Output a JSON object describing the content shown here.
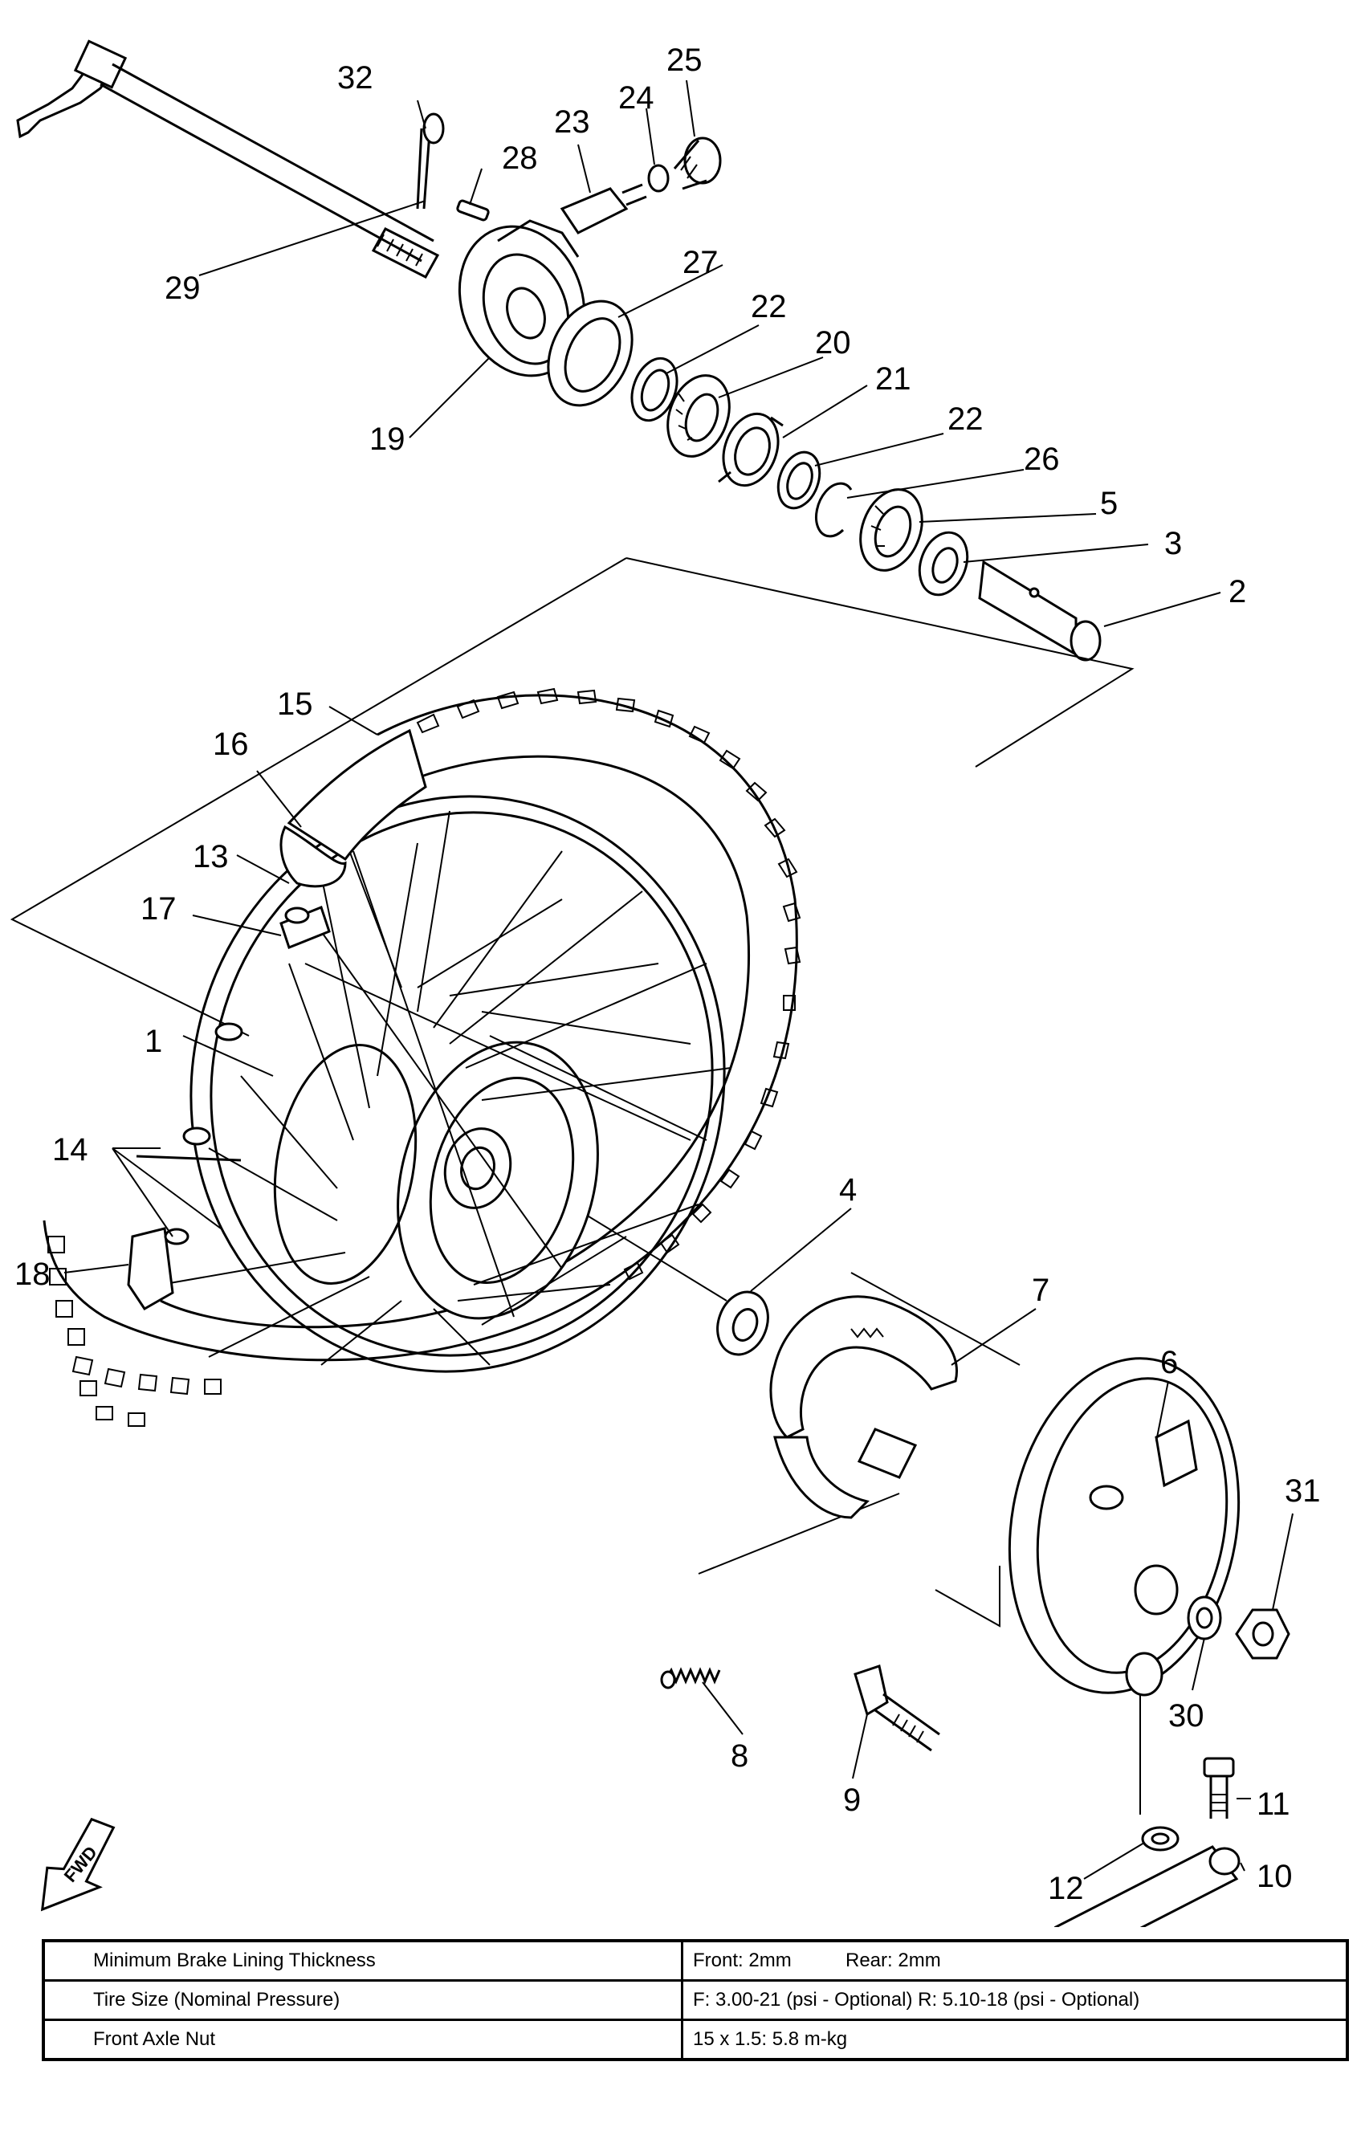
{
  "callouts": {
    "c1": "1",
    "c2": "2",
    "c3": "3",
    "c4": "4",
    "c5": "5",
    "c6": "6",
    "c7": "7",
    "c8": "8",
    "c9": "9",
    "c10": "10",
    "c11": "11",
    "c12": "12",
    "c13": "13",
    "c14": "14",
    "c15": "15",
    "c16": "16",
    "c17": "17",
    "c18": "18",
    "c19": "19",
    "c20": "20",
    "c21": "21",
    "c22a": "22",
    "c22b": "22",
    "c23": "23",
    "c24": "24",
    "c25": "25",
    "c26": "26",
    "c27": "27",
    "c28": "28",
    "c29": "29",
    "c30": "30",
    "c31": "31",
    "c32": "32"
  },
  "fwd_badge": "FWD",
  "specs": [
    {
      "label": "Minimum Brake Lining Thickness",
      "value_a": "Front: 2mm",
      "value_b": "Rear: 2mm"
    },
    {
      "label": "Tire Size (Nominal Pressure)",
      "value_a": "F: 3.00-21 (psi - Optional)  R: 5.10-18 (psi - Optional)"
    },
    {
      "label": "Front Axle Nut",
      "value_a": "15 x 1.5: 5.8 m-kg"
    }
  ]
}
